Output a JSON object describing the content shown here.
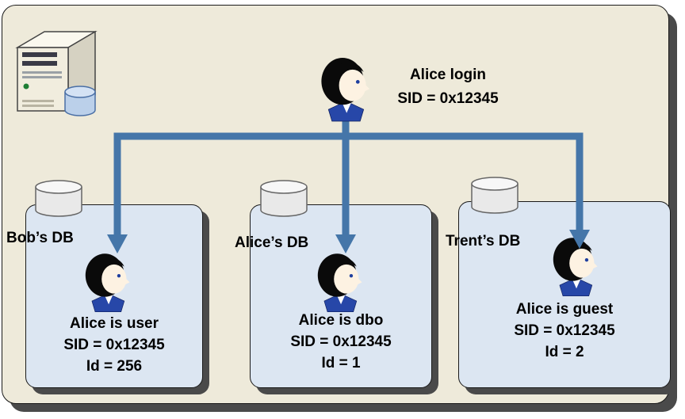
{
  "login": {
    "name_line": "Alice login",
    "sid_line": "SID = 0x12345"
  },
  "databases": [
    {
      "label": "Bob’s DB",
      "lines": [
        "Alice is user",
        "SID = 0x12345",
        "Id = 256"
      ]
    },
    {
      "label": "Alice’s DB",
      "lines": [
        "Alice is dbo",
        "SID = 0x12345",
        "Id = 1"
      ]
    },
    {
      "label": "Trent’s DB",
      "lines": [
        "Alice is guest",
        "SID = 0x12345",
        "Id = 2"
      ]
    }
  ],
  "icons": {
    "server": "server-icon",
    "database_cylinder": "database-cylinder-icon",
    "person": "person-icon"
  },
  "colors": {
    "panel_background": "#EEEADA",
    "box_background": "#DCE6F2",
    "arrow": "#4576A9",
    "shadow": "#4A4A4A",
    "collar_blue": "#2747A8"
  }
}
